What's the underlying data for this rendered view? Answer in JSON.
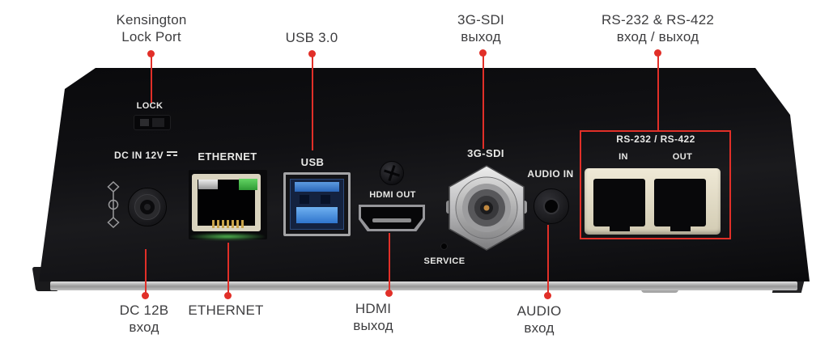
{
  "colors": {
    "accent_red": "#e12f28",
    "label_text": "#3e3e40",
    "body_black": "#0e0e10",
    "port_label": "#e8e8e6",
    "rj_beige": "#d9d3be",
    "usb_blue": "#2f74cc",
    "led_green": "#44b04a"
  },
  "callouts": {
    "kensington": {
      "line1": "Kensington",
      "line2": "Lock Port"
    },
    "usb": {
      "line1": "USB 3.0"
    },
    "sdi": {
      "line1": "3G-SDI",
      "line2": "выход"
    },
    "serial": {
      "line1": "RS-232 & RS-422",
      "line2": "вход / выход"
    },
    "dc": {
      "line1": "DC 12В",
      "line2": "вход"
    },
    "ethernet": {
      "line1": "ETHERNET"
    },
    "hdmi": {
      "line1": "HDMI",
      "line2": "выход"
    },
    "audio": {
      "line1": "AUDIO",
      "line2": "вход"
    }
  },
  "panel_labels": {
    "lock": "LOCK",
    "dc_line1": "DC IN",
    "dc_line2": "12V",
    "ethernet": "ETHERNET",
    "usb": "USB",
    "hdmi": "HDMI OUT",
    "sdi": "3G-SDI",
    "service": "SERVICE",
    "audio": "AUDIO IN",
    "serial_title": "RS-232 / RS-422",
    "serial_in": "IN",
    "serial_out": "OUT"
  }
}
